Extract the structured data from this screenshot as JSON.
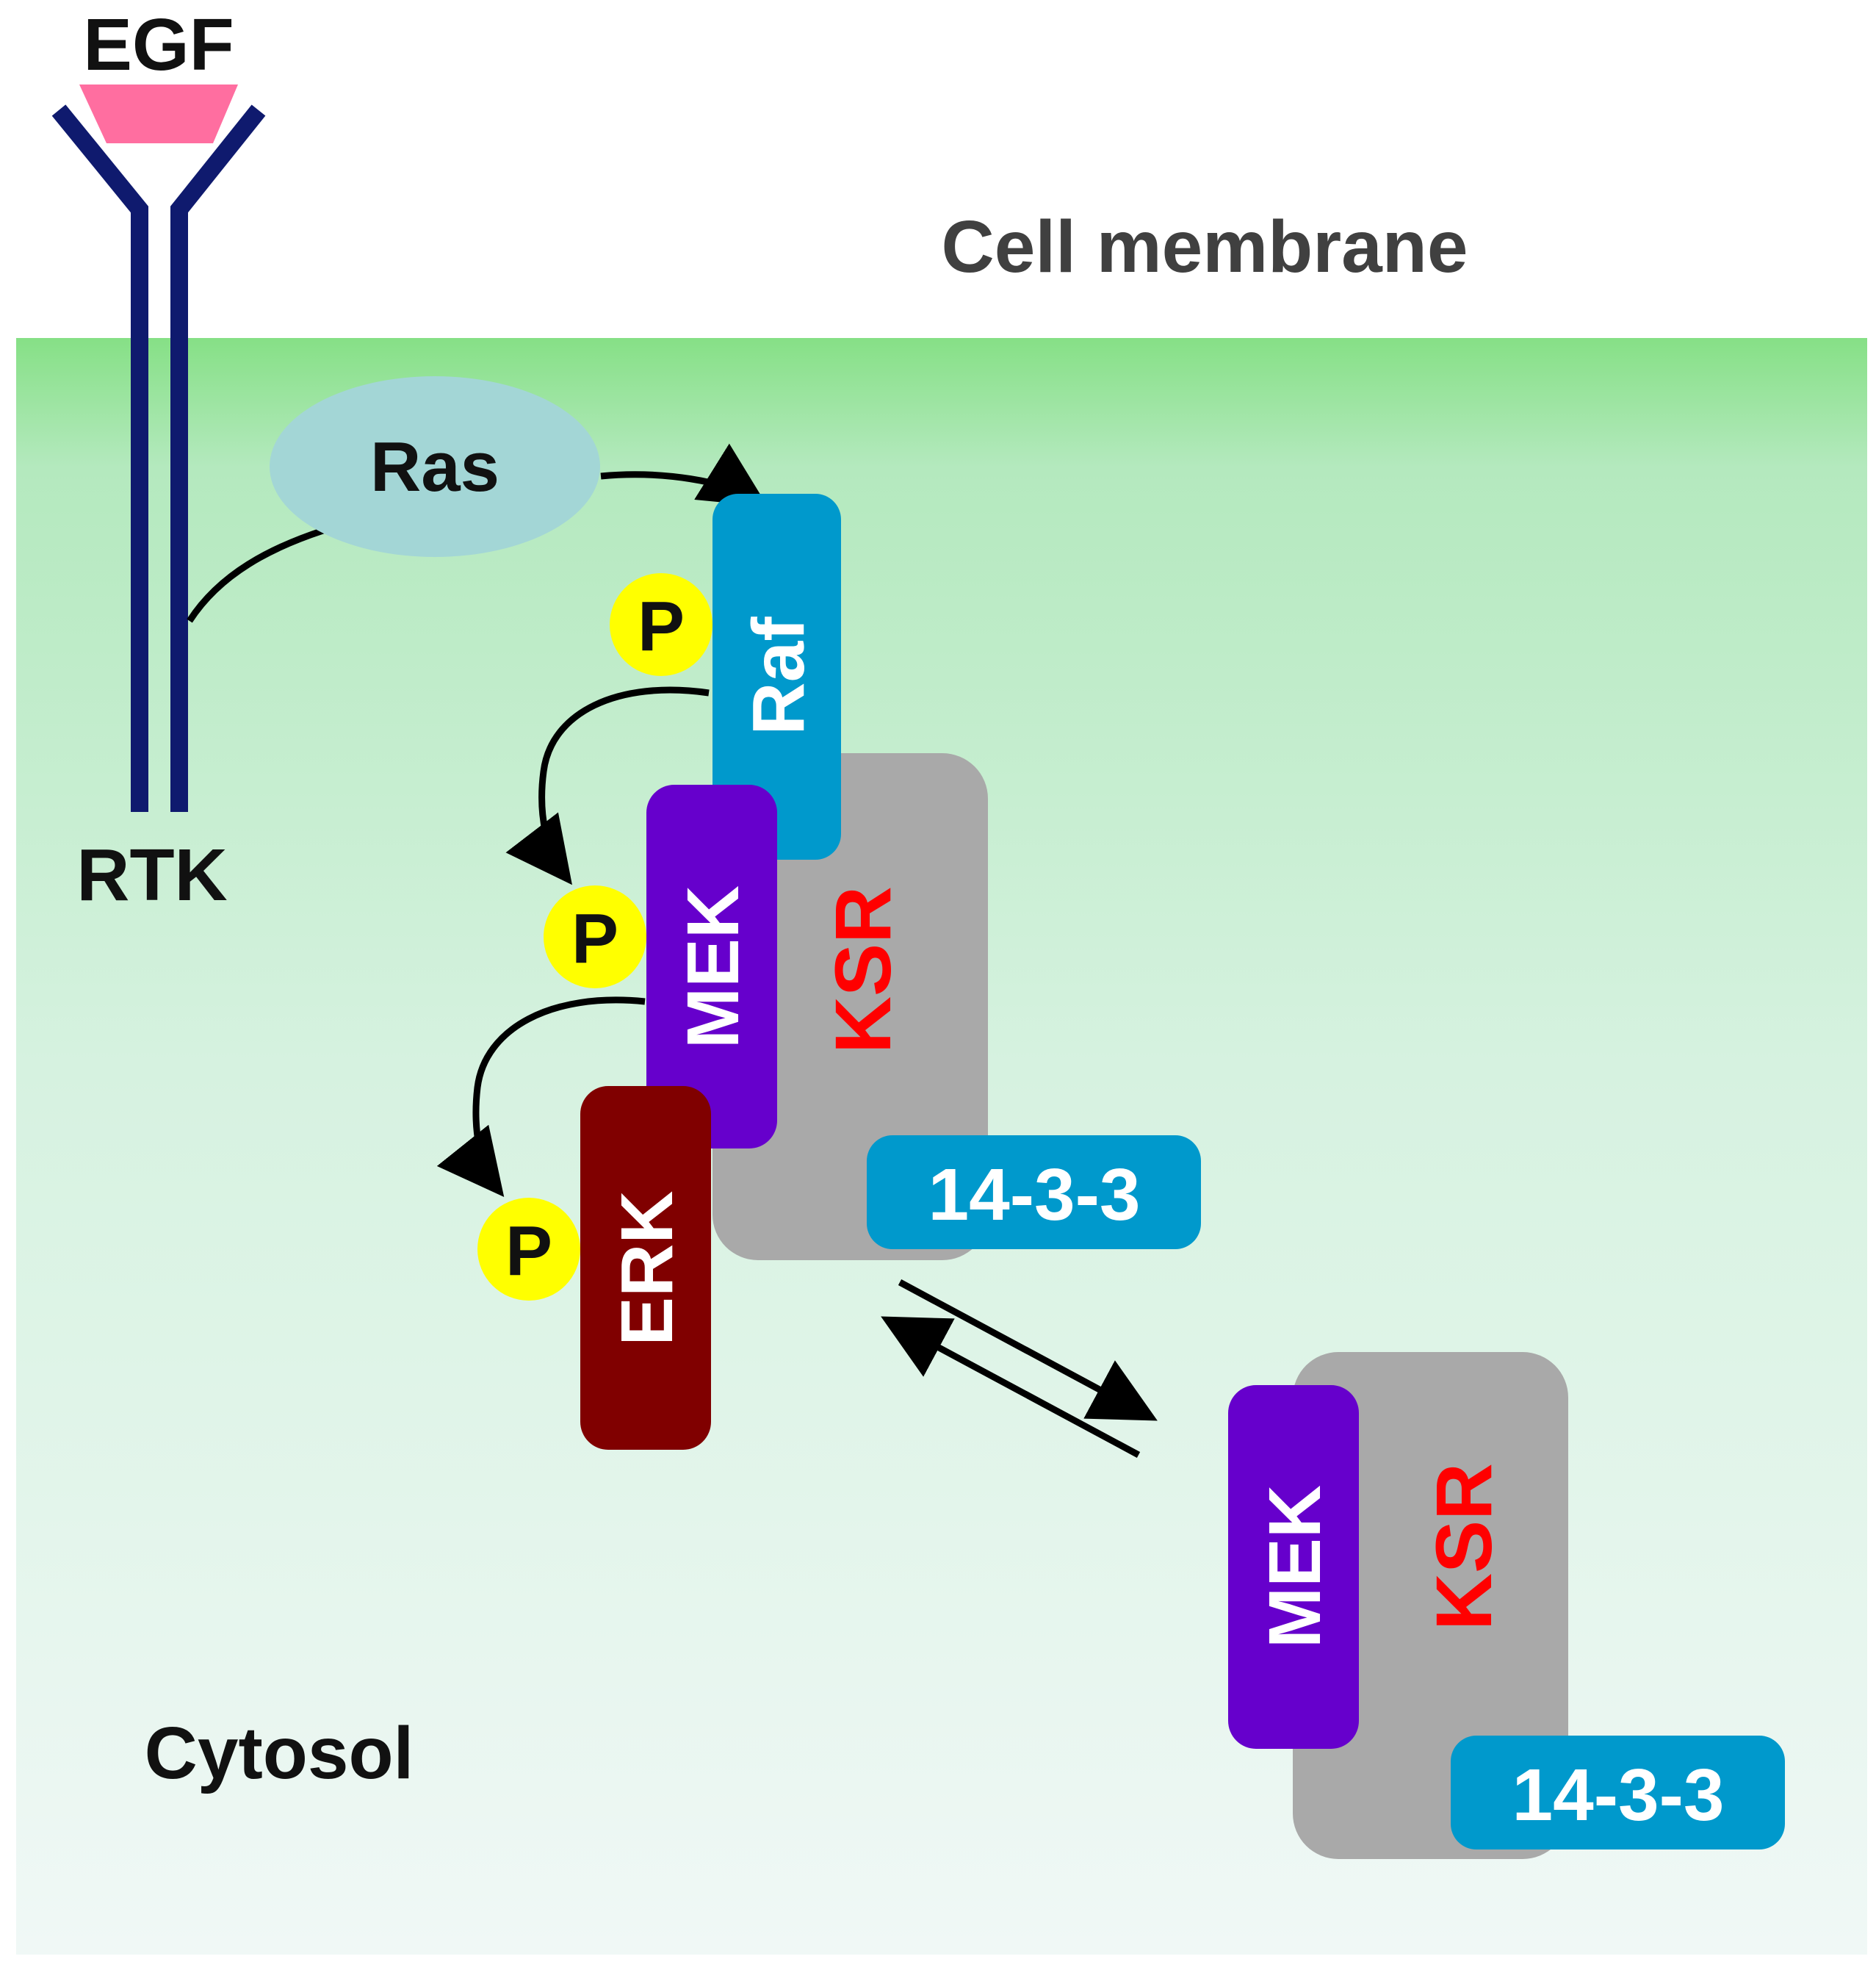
{
  "labels": {
    "egf": "EGF",
    "membrane": "Cell membrane",
    "rtk": "RTK",
    "cytosol": "Cytosol",
    "ras": "Ras",
    "raf": "Raf",
    "mek": "MEK",
    "erk": "ERK",
    "ksr": "KSR",
    "p": "P",
    "adapter": "14-3-3"
  },
  "colors": {
    "membrane_top": "#86e086",
    "membrane_bottom": "#f0f8f6",
    "receptor": "#0f1a6e",
    "egf": "#ff6ea0",
    "ras": "#a3d6d6",
    "raf": "#0099cc",
    "mek": "#6600cc",
    "erk": "#800000",
    "ksr_body": "#a9a9a9",
    "ksr_text": "#ff0000",
    "adapter": "#0099cc",
    "phosphate": "#ffff00",
    "arrow": "#000000",
    "text_dark": "#111111",
    "text_gray": "#404040"
  },
  "icons": {
    "receptor": "y-shaped-receptor",
    "ligand": "trapezoid-ligand",
    "phosphate": "yellow-circle",
    "equilibrium": "double-harpoon-arrows"
  }
}
